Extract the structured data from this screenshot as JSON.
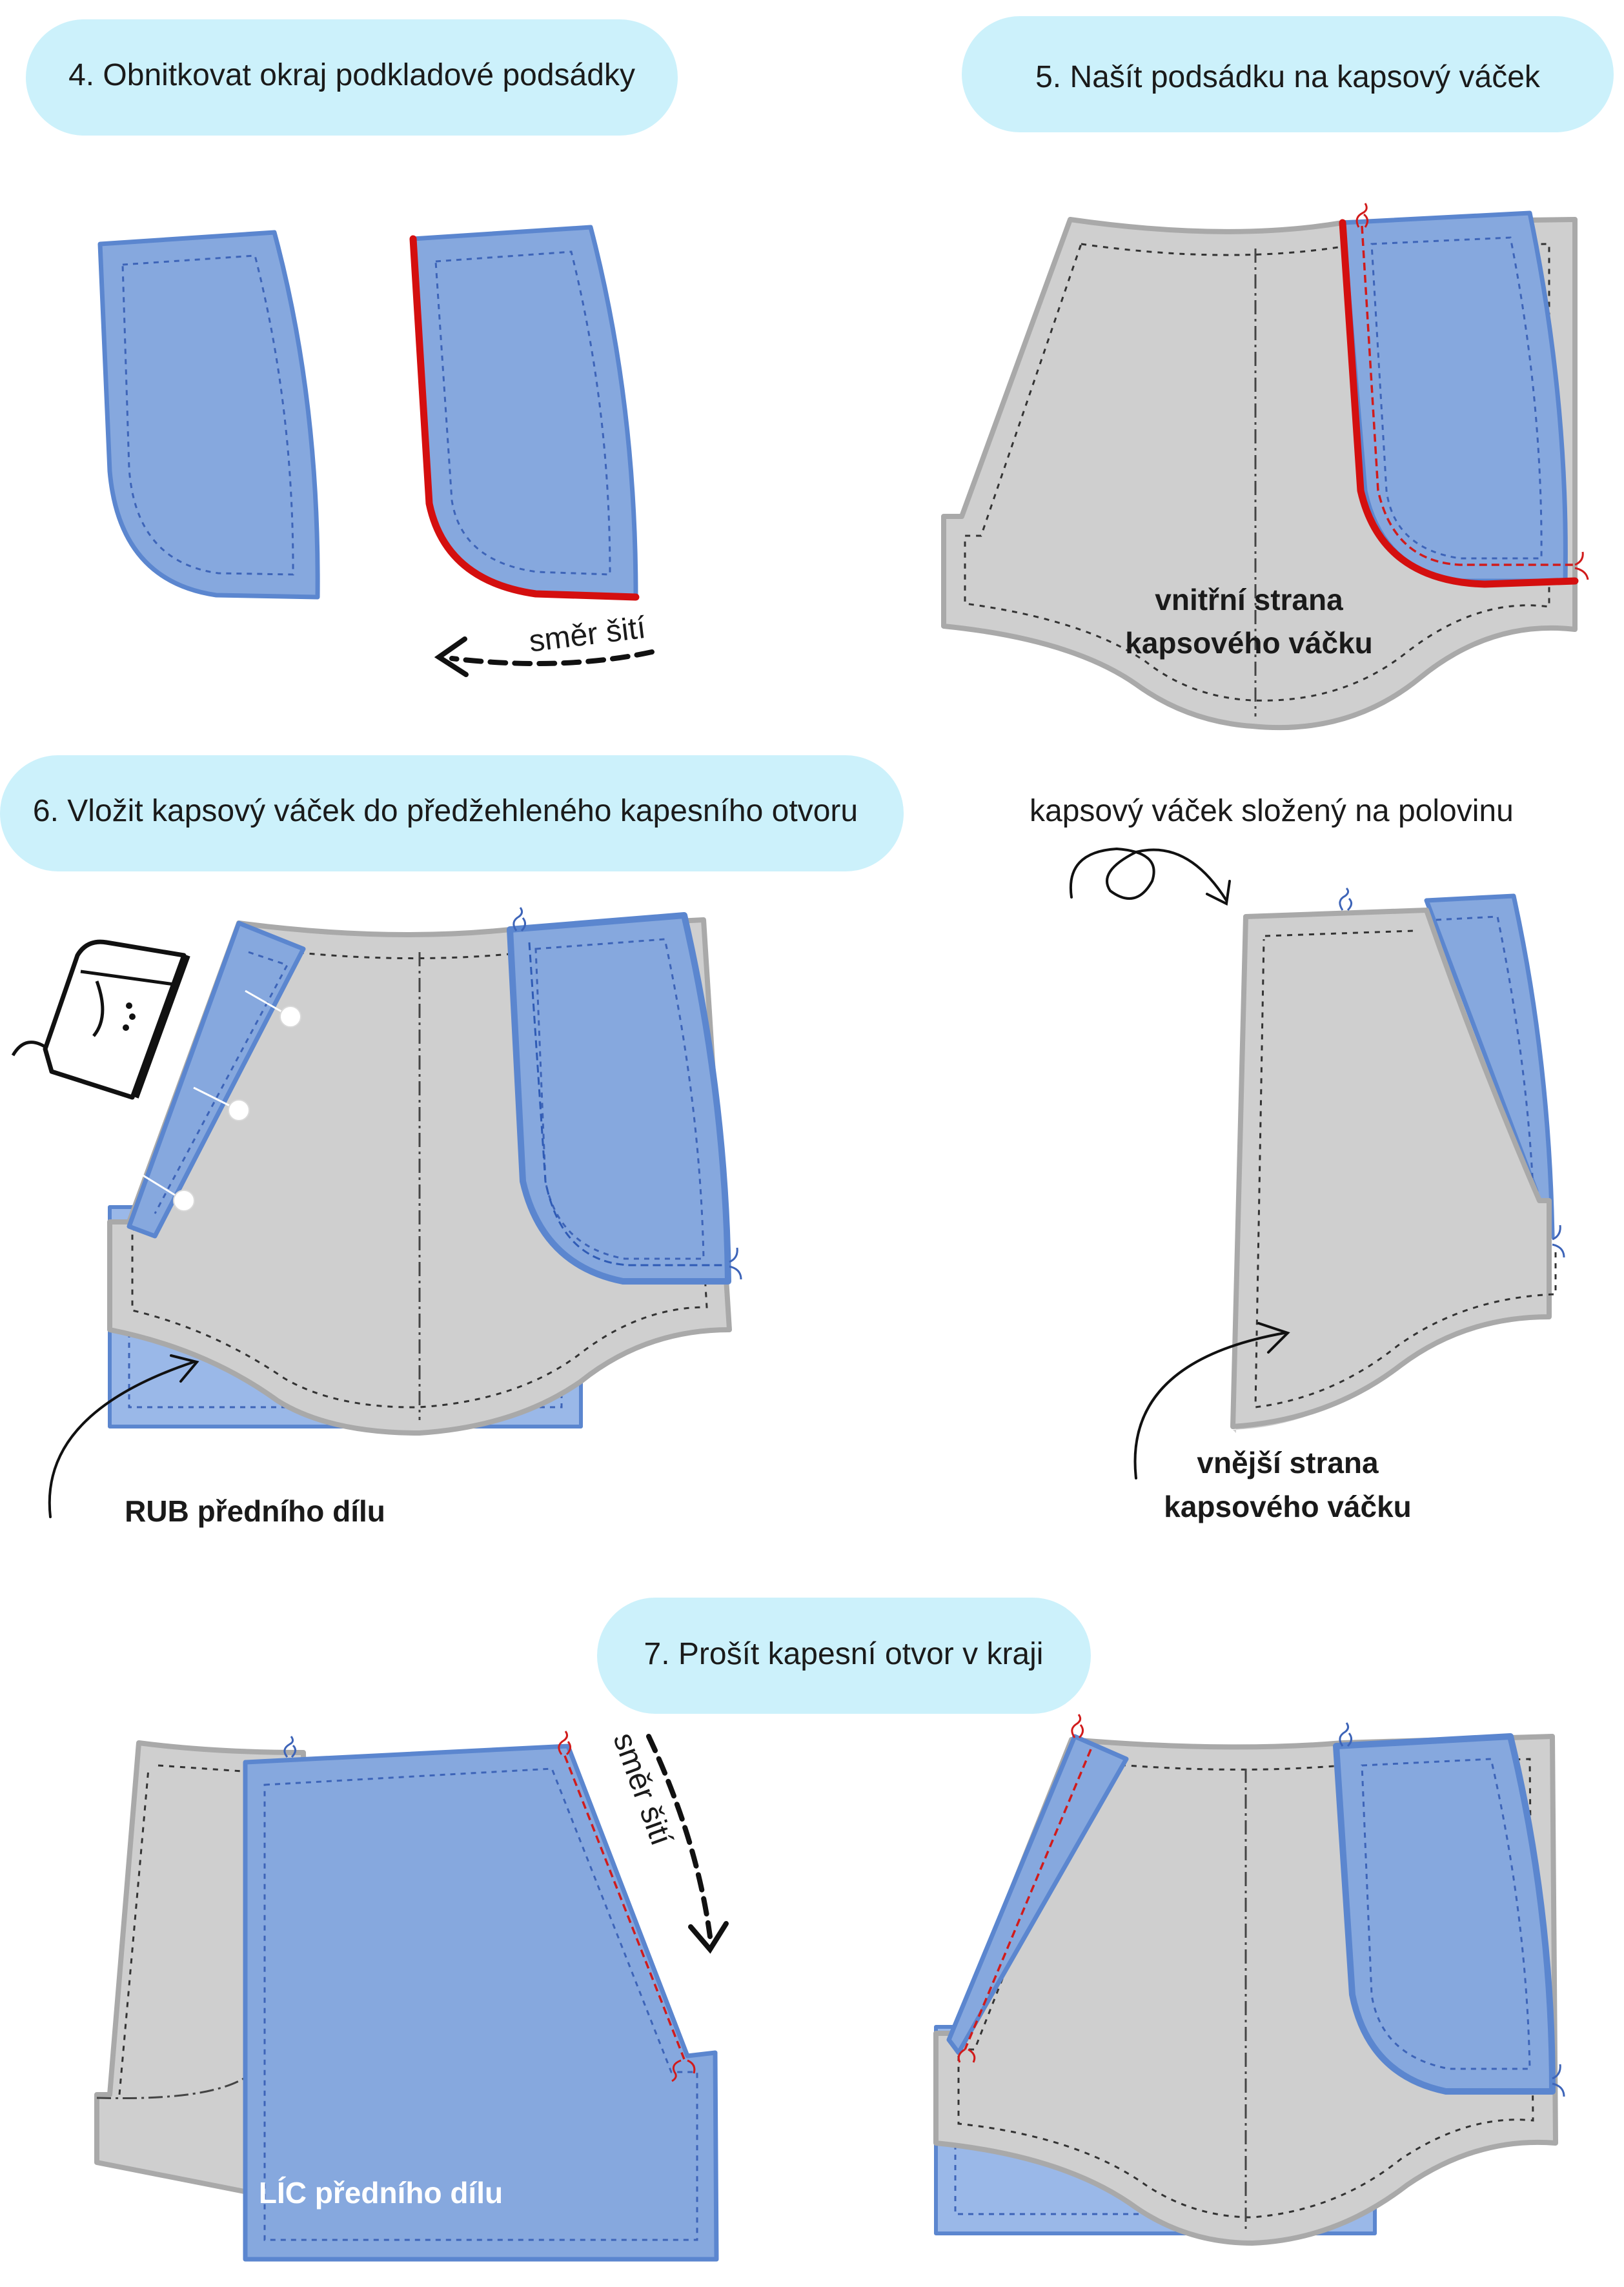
{
  "steps": {
    "step4": "4. Obnitkovat okraj podkladové podsádky",
    "step5": "5. Našít podsádku na kapsový váček",
    "step6": "6. Vložit kapsový váček do předžehleného kapesního otvoru",
    "step7": "7. Prošít kapesní otvor v kraji"
  },
  "labels": {
    "sewing_direction_1": "směr šití",
    "sewing_direction_2": "směr šití",
    "inner_side_line1": "vnitřní strana",
    "inner_side_line2": "kapsového váčku",
    "folded_note": "kapsový váček  složený na polovinu",
    "wrong_side": "RUB předního dílu",
    "outer_side_line1": "vnější strana",
    "outer_side_line2": "kapsového váčku",
    "right_side": "LÍC předního dílu"
  },
  "icons": [
    "iron-icon",
    "pin-icon",
    "thread-end-icon",
    "arrow-icon"
  ],
  "colors": {
    "pill": "#ccf1fb",
    "facing_blue": "#86a8de",
    "facing_outline": "#5b86cf",
    "pocket_grey": "#cfcfcf",
    "overlock_red": "#d40f0f"
  }
}
